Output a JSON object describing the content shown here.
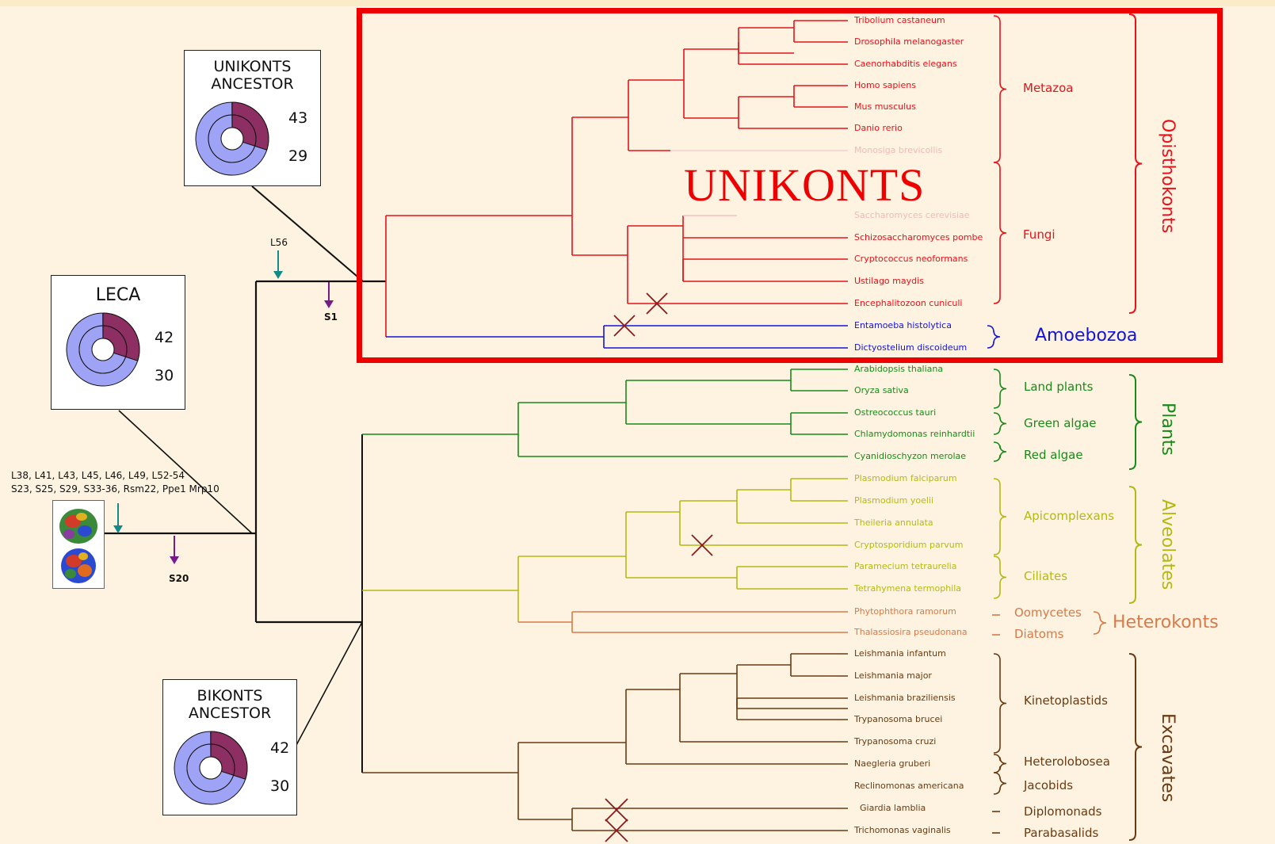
{
  "title_overlay": "UNIKONTS",
  "colors": {
    "unikont_frame": "#ee0000",
    "opisthokonts": "#e8121b",
    "amoebozoa": "#1414d6",
    "plants": "#1a8a1a",
    "alveolates": "#b5b814",
    "heterokonts": "#d77a4a",
    "excavates": "#6b3a12",
    "donut_fill": "#9ea3f5",
    "donut_segment": "#8e2f63",
    "loss_marker": "#8b1a1a"
  },
  "boxes": {
    "unikonts": {
      "title_line1": "UNIKONTS",
      "title_line2": "ANCESTOR",
      "value_top": "43",
      "value_bottom": "29"
    },
    "leca": {
      "title_line1": "LECA",
      "value_top": "42",
      "value_bottom": "30"
    },
    "bikonts": {
      "title_line1": "BIKONTS",
      "title_line2": "ANCESTOR",
      "value_top": "42",
      "value_bottom": "30"
    }
  },
  "proteins": {
    "line1": "L38, L41, L43, L45, L46, L49, L52-54",
    "line2": "S23, S25, S29, S33-36, Rsm22, Ppe1  Mrp10",
    "ribosome_image": "ribosome-structure"
  },
  "markers": {
    "l56": "L56",
    "s1": "S1",
    "s20": "S20"
  },
  "species": [
    {
      "name": "Tribolium castaneum",
      "group": "opisthokonts"
    },
    {
      "name": "Drosophila melanogaster",
      "group": "opisthokonts"
    },
    {
      "name": "Caenorhabditis elegans",
      "group": "opisthokonts"
    },
    {
      "name": "Homo sapiens",
      "group": "opisthokonts"
    },
    {
      "name": "Mus musculus",
      "group": "opisthokonts"
    },
    {
      "name": "Danio rerio",
      "group": "opisthokonts"
    },
    {
      "name": "Monosiga brevicollis",
      "group": "faded"
    },
    {
      "name": "",
      "group": "faded"
    },
    {
      "name": "",
      "group": "faded"
    },
    {
      "name": "Saccharomyces cerevisiae",
      "group": "faded"
    },
    {
      "name": "Schizosaccharomyces pombe",
      "group": "opisthokonts"
    },
    {
      "name": "Cryptococcus neoformans",
      "group": "opisthokonts"
    },
    {
      "name": "Ustilago maydis",
      "group": "opisthokonts"
    },
    {
      "name": "Encephalitozoon cuniculi",
      "group": "opisthokonts"
    },
    {
      "name": "Entamoeba histolytica",
      "group": "amoebozoa"
    },
    {
      "name": "Dictyostelium discoideum",
      "group": "amoebozoa"
    },
    {
      "name": "Arabidopsis thaliana",
      "group": "plants"
    },
    {
      "name": "Oryza sativa",
      "group": "plants"
    },
    {
      "name": "Ostreococcus tauri",
      "group": "plants"
    },
    {
      "name": "Chlamydomonas reinhardtii",
      "group": "plants"
    },
    {
      "name": "Cyanidioschyzon merolae",
      "group": "plants"
    },
    {
      "name": "Plasmodium falciparum",
      "group": "alveolates"
    },
    {
      "name": "Plasmodium yoelii",
      "group": "alveolates"
    },
    {
      "name": "Theileria annulata",
      "group": "alveolates"
    },
    {
      "name": "Cryptosporidium parvum",
      "group": "alveolates"
    },
    {
      "name": "Paramecium tetraurelia",
      "group": "alveolates"
    },
    {
      "name": "Tetrahymena termophila",
      "group": "alveolates"
    },
    {
      "name": "Phytophthora ramorum",
      "group": "heterokonts"
    },
    {
      "name": "Thalassiosira pseudonana",
      "group": "heterokonts"
    },
    {
      "name": "Leishmania infantum",
      "group": "excavates"
    },
    {
      "name": "Leishmania major",
      "group": "excavates"
    },
    {
      "name": "Leishmania braziliensis",
      "group": "excavates"
    },
    {
      "name": "Trypanosoma brucei",
      "group": "excavates"
    },
    {
      "name": "Trypanosoma cruzi",
      "group": "excavates"
    },
    {
      "name": "Naegleria gruberi",
      "group": "excavates"
    },
    {
      "name": "Reclinomonas americana",
      "group": "excavates"
    },
    {
      "name": "Giardia lamblia",
      "group": "excavates"
    },
    {
      "name": "Trichomonas vaginalis",
      "group": "excavates"
    }
  ],
  "subgroups": {
    "metazoa": "Metazoa",
    "fungi": "Fungi",
    "amoebozoa": "Amoebozoa",
    "land_plants": "Land plants",
    "green_algae": "Green algae",
    "red_algae": "Red algae",
    "apicomplexans": "Apicomplexans",
    "ciliates": "Ciliates",
    "oomycetes": "Oomycetes",
    "diatoms": "Diatoms",
    "kinetoplastids": "Kinetoplastids",
    "heterolobosea": "Heterolobosea",
    "jacobids": "Jacobids",
    "diplomonads": "Diplomonads",
    "parabasalids": "Parabasalids"
  },
  "supergroups": {
    "opisthokonts": "Opisthokonts",
    "plants": "Plants",
    "alveolates": "Alveolates",
    "heterokonts": "Heterokonts",
    "excavates": "Excavates"
  }
}
